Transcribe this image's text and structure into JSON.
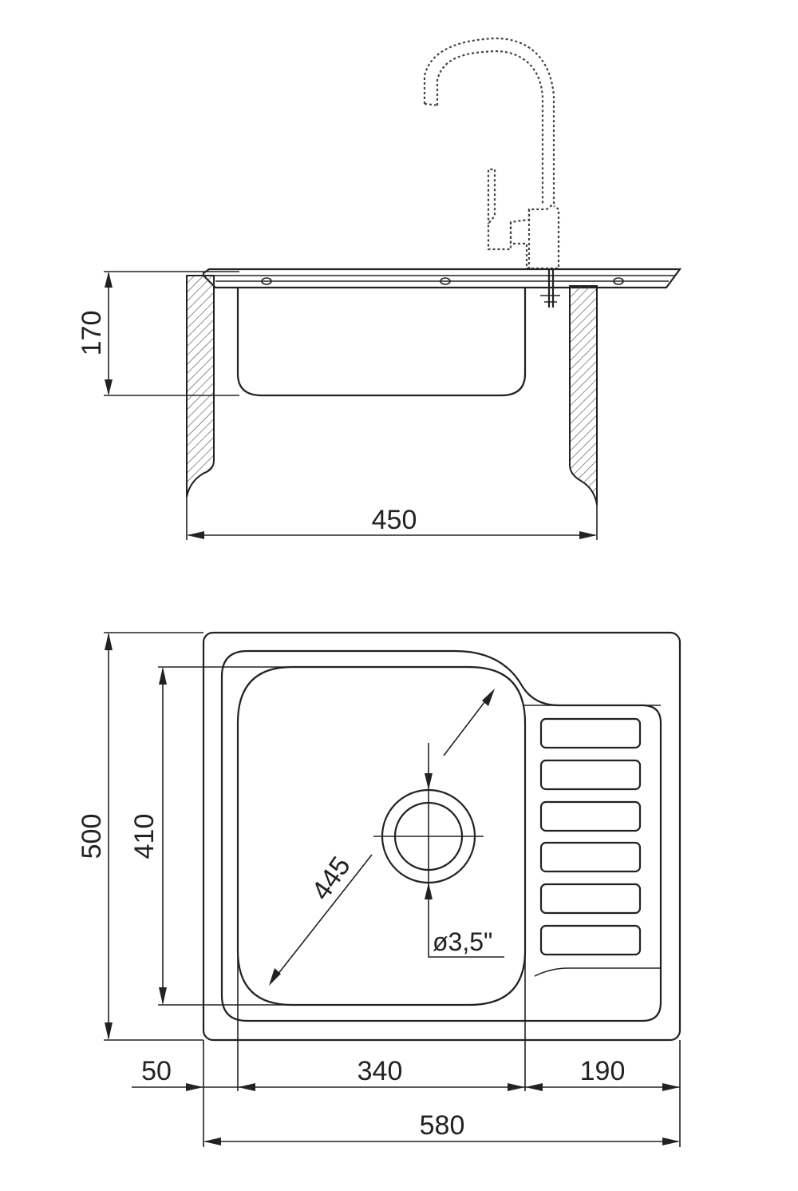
{
  "dimensions": {
    "depth": "170",
    "cabinet_width": "450",
    "overall_depth": "500",
    "bowl_depth": "410",
    "bowl_diagonal": "445",
    "drain_diameter": "ø3,5\"",
    "offset_left": "50",
    "bowl_width": "340",
    "drainer_width": "190",
    "overall_width": "580"
  },
  "colors": {
    "line": "#222222",
    "background": "#ffffff"
  }
}
